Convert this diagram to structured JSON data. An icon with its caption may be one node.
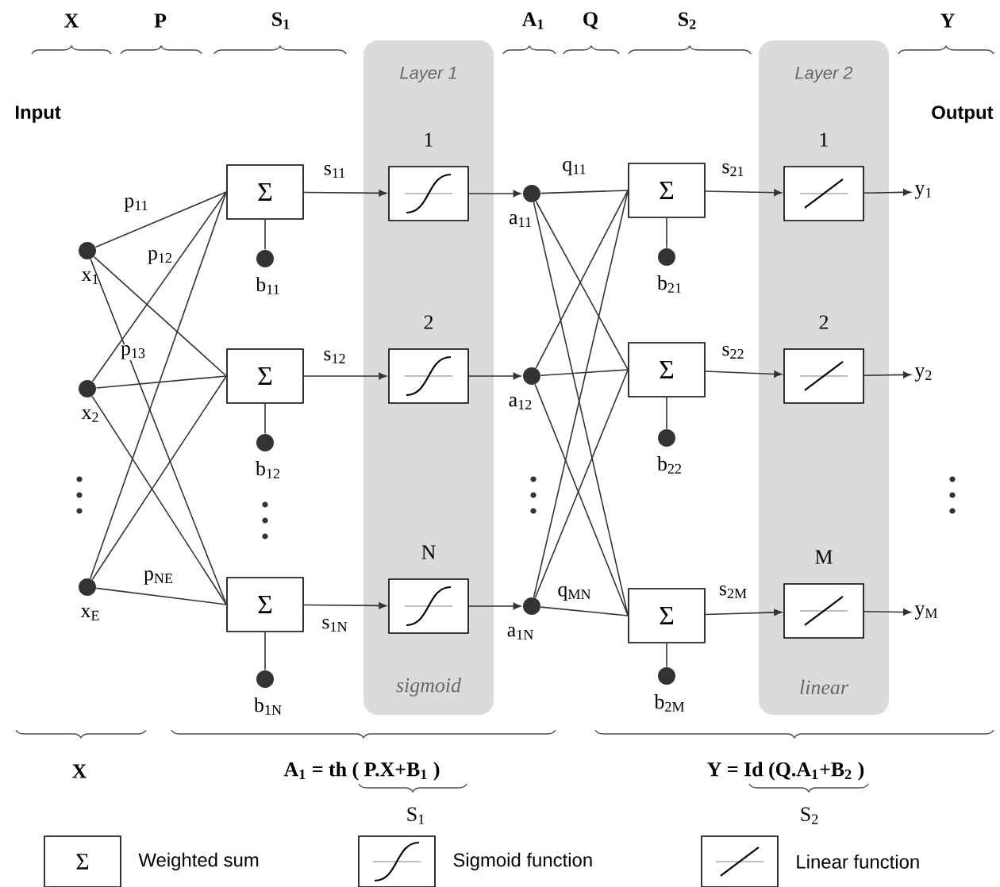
{
  "diagram": {
    "nodes": [
      {
        "text": [
          "Layer 1",
          "sigmoid"
        ]
      },
      {
        "text": [
          "Layer 2",
          "linear"
        ]
      },
      {
        "text": [],
        "shape": "circle",
        "beside": [
          "x$_{1}$"
        ]
      },
      {
        "text": [],
        "shape": "circle",
        "beside": [
          "x$_{2}$"
        ]
      },
      {
        "text": [],
        "shape": "circle",
        "beside": [
          "x$_{E}$"
        ]
      },
      {
        "text": [
          "Σ"
        ]
      },
      {
        "text": [
          "Σ"
        ]
      },
      {
        "text": [
          "Σ"
        ]
      },
      {
        "text": [],
        "shape": "circle",
        "beside": [
          "b$_{11}$"
        ]
      },
      {
        "text": [],
        "shape": "circle",
        "beside": [
          "b$_{12}$"
        ]
      },
      {
        "text": [],
        "shape": "circle",
        "beside": [
          "b$_{1N}$"
        ]
      },
      {
        "text": [],
        "shape": "box",
        "beside": [
          "1"
        ],
        "in": 0
      },
      {
        "text": [],
        "shape": "box",
        "beside": [
          "2"
        ],
        "in": 0
      },
      {
        "text": [],
        "shape": "box",
        "beside": [
          "N"
        ],
        "in": 0
      },
      {
        "text": [],
        "shape": "circle",
        "beside": [
          "a$_{11}$"
        ]
      },
      {
        "text": [],
        "shape": "circle",
        "beside": [
          "a$_{12}$"
        ]
      },
      {
        "text": [],
        "shape": "circle",
        "beside": [
          "a$_{1N}$"
        ]
      },
      {
        "text": [
          "Σ"
        ]
      },
      {
        "text": [
          "Σ"
        ]
      },
      {
        "text": [
          "Σ"
        ]
      },
      {
        "text": [],
        "shape": "circle",
        "beside": [
          "b$_{21}$"
        ]
      },
      {
        "text": [],
        "shape": "circle",
        "beside": [
          "b$_{22}$"
        ]
      },
      {
        "text": [],
        "shape": "circle",
        "beside": [
          "b$_{2M}$"
        ]
      },
      {
        "text": [],
        "shape": "box",
        "beside": [
          "1"
        ],
        "in": 1
      },
      {
        "text": [],
        "shape": "box",
        "beside": [
          "2"
        ],
        "in": 1
      },
      {
        "text": [],
        "shape": "box",
        "beside": [
          "M"
        ],
        "in": 1
      },
      {
        "text": [
          "y$_{1}$"
        ]
      },
      {
        "text": [
          "y$_{2}$"
        ]
      },
      {
        "text": [
          "y$_{M}$"
        ]
      }
    ],
    "edges": [
      {
        "from": 2,
        "to": 5,
        "arrow": "none",
        "label": "p$_{11}$"
      },
      {
        "from": 2,
        "to": 6,
        "arrow": "none",
        "label": "p$_{12}$"
      },
      {
        "from": 2,
        "to": 7,
        "arrow": "none",
        "label": "p$_{13}$"
      },
      {
        "from": 3,
        "to": 5,
        "arrow": "none"
      },
      {
        "from": 3,
        "to": 6,
        "arrow": "none"
      },
      {
        "from": 3,
        "to": 7,
        "arrow": "none"
      },
      {
        "from": 4,
        "to": 5,
        "arrow": "none"
      },
      {
        "from": 4,
        "to": 6,
        "arrow": "none"
      },
      {
        "from": 4,
        "to": 7,
        "arrow": "none",
        "label": "p$_{NE}$"
      },
      {
        "from": 8,
        "to": 5,
        "arrow": "none"
      },
      {
        "from": 9,
        "to": 6,
        "arrow": "none"
      },
      {
        "from": 10,
        "to": 7,
        "arrow": "none"
      },
      {
        "from": 5,
        "to": 11,
        "arrow": "to",
        "label": "s$_{11}$"
      },
      {
        "from": 6,
        "to": 12,
        "arrow": "to",
        "label": "s$_{12}$"
      },
      {
        "from": 7,
        "to": 13,
        "arrow": "to",
        "label": "s$_{1N}$"
      },
      {
        "from": 11,
        "to": 14,
        "arrow": "to"
      },
      {
        "from": 12,
        "to": 15,
        "arrow": "to"
      },
      {
        "from": 13,
        "to": 16,
        "arrow": "to"
      },
      {
        "from": 14,
        "to": 17,
        "arrow": "none",
        "label": "q$_{11}$"
      },
      {
        "from": 14,
        "to": 18,
        "arrow": "none"
      },
      {
        "from": 14,
        "to": 19,
        "arrow": "none"
      },
      {
        "from": 15,
        "to": 17,
        "arrow": "none"
      },
      {
        "from": 15,
        "to": 18,
        "arrow": "none"
      },
      {
        "from": 15,
        "to": 19,
        "arrow": "none"
      },
      {
        "from": 16,
        "to": 17,
        "arrow": "none"
      },
      {
        "from": 16,
        "to": 18,
        "arrow": "none"
      },
      {
        "from": 16,
        "to": 19,
        "arrow": "none",
        "label": "q$_{MN}$"
      },
      {
        "from": 20,
        "to": 17,
        "arrow": "none"
      },
      {
        "from": 21,
        "to": 18,
        "arrow": "none"
      },
      {
        "from": 22,
        "to": 19,
        "arrow": "none"
      },
      {
        "from": 17,
        "to": 23,
        "arrow": "to",
        "label": "s$_{21}$"
      },
      {
        "from": 18,
        "to": 24,
        "arrow": "to",
        "label": "s$_{22}$"
      },
      {
        "from": 19,
        "to": 25,
        "arrow": "to",
        "label": "s$_{2M}$"
      },
      {
        "from": 23,
        "to": 26,
        "arrow": "to"
      },
      {
        "from": 24,
        "to": 27,
        "arrow": "to"
      },
      {
        "from": 25,
        "to": 28,
        "arrow": "to"
      }
    ],
    "labels": [
      "X",
      "P",
      "S$_{1}$",
      "A$_{1}$",
      "Q",
      "S$_{2}$",
      "Y",
      "Input",
      "Output",
      "X",
      "A$_{1}$ = th ( P.X+B$_{1}$ )",
      "S$_{1}$",
      "Y = Id (Q.A$_{1}$+B$_{2}$ )",
      "S$_{2}$",
      "Σ"
    ],
    "legend": [
      {
        "text": "Weighted sum"
      },
      {
        "text": "Sigmoid function"
      },
      {
        "text": "Linear function"
      }
    ]
  }
}
